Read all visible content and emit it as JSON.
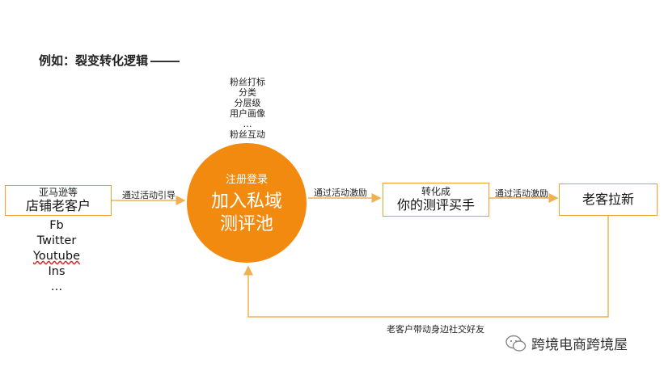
{
  "title": "例如：裂变转化逻辑",
  "nodes": {
    "old_customers": {
      "line1": "亚马逊等",
      "line2": "店铺老客户"
    },
    "join": {
      "line1": "注册登录",
      "line2": "加入私域",
      "line3": "测评池"
    },
    "convert": {
      "line1": "转化成",
      "line2": "你的测评买手"
    },
    "referral": {
      "label": "老客拉新"
    }
  },
  "fans_notes": [
    "粉丝打标",
    "分类",
    "分层级",
    "用户画像",
    "…",
    "粉丝互动"
  ],
  "social_list": [
    "Fb",
    "Twitter",
    "Youtube",
    "Ins",
    "…"
  ],
  "edges": {
    "e1": "通过活动引导",
    "e2": "通过活动激励",
    "e3": "通过活动激励",
    "loop": "老客户带动身边社交好友"
  },
  "watermark": "跨境电商跨境屋",
  "colors": {
    "accent": "#f28a10",
    "border": "#f0a030",
    "arrow": "#f0b050"
  }
}
